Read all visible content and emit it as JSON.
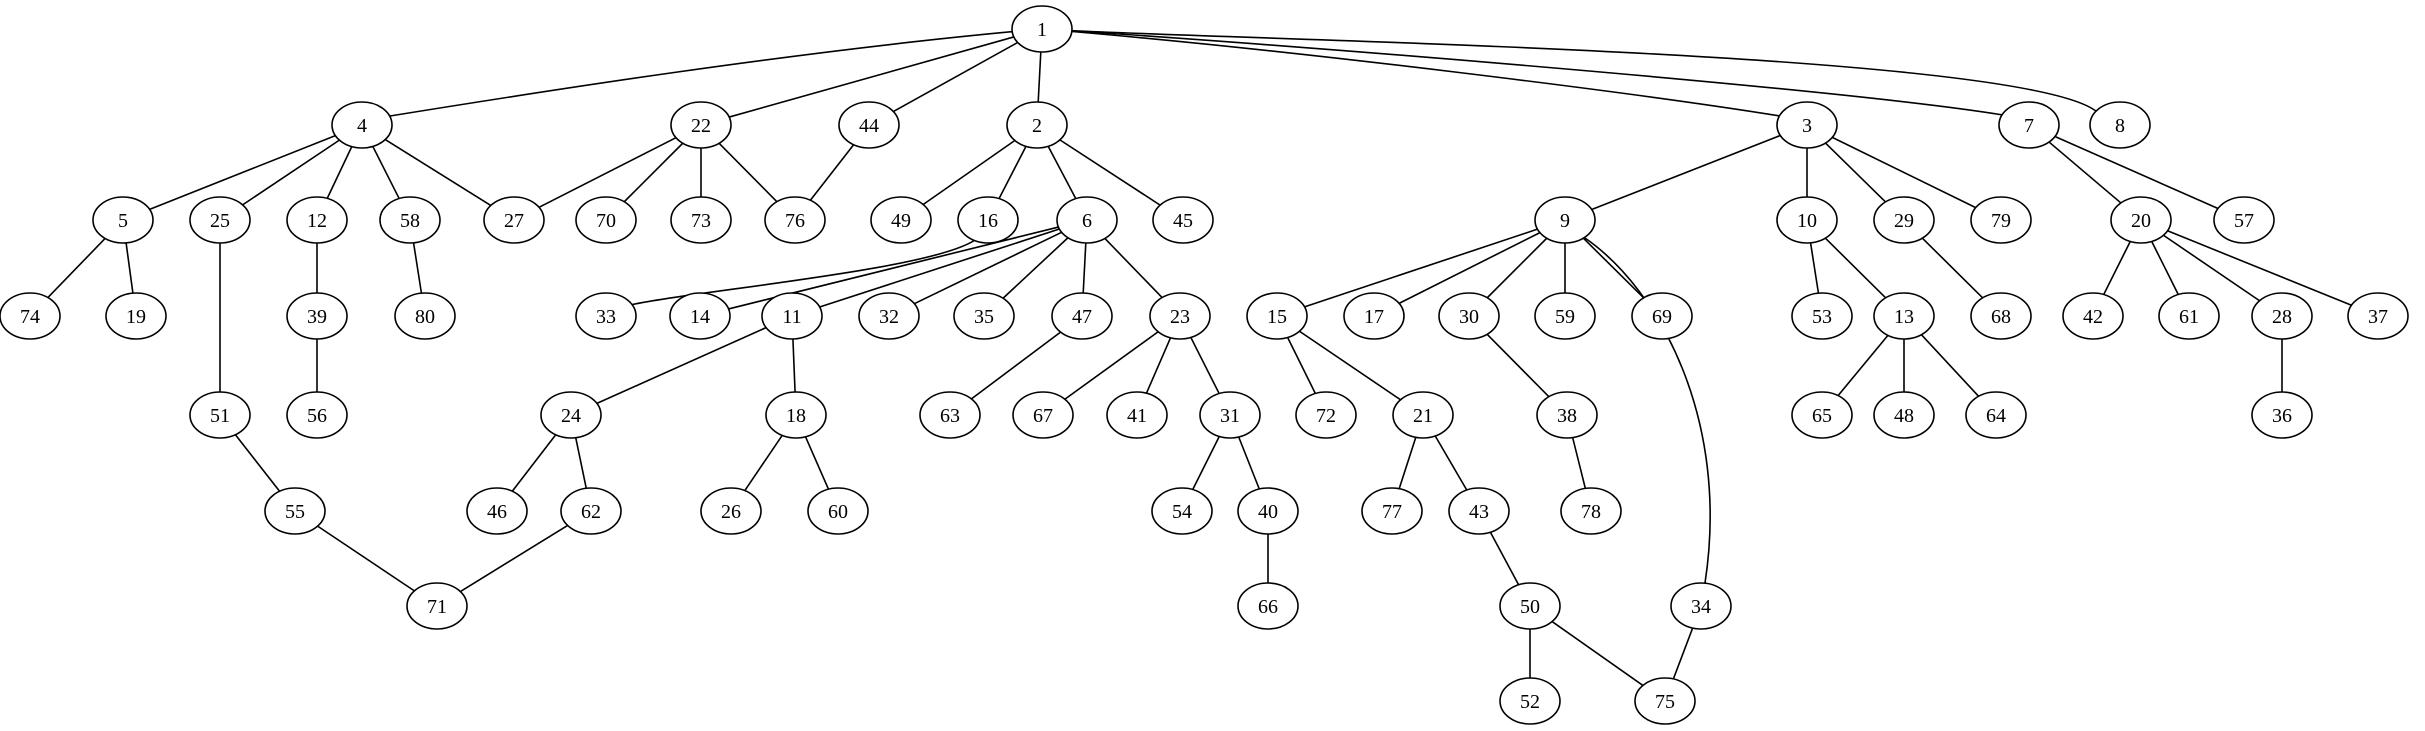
{
  "graph": {
    "type": "undirected-tree",
    "nodes": [
      {
        "id": "1",
        "label": "1"
      },
      {
        "id": "2",
        "label": "2"
      },
      {
        "id": "3",
        "label": "3"
      },
      {
        "id": "4",
        "label": "4"
      },
      {
        "id": "5",
        "label": "5"
      },
      {
        "id": "6",
        "label": "6"
      },
      {
        "id": "7",
        "label": "7"
      },
      {
        "id": "8",
        "label": "8"
      },
      {
        "id": "9",
        "label": "9"
      },
      {
        "id": "10",
        "label": "10"
      },
      {
        "id": "11",
        "label": "11"
      },
      {
        "id": "12",
        "label": "12"
      },
      {
        "id": "13",
        "label": "13"
      },
      {
        "id": "14",
        "label": "14"
      },
      {
        "id": "15",
        "label": "15"
      },
      {
        "id": "16",
        "label": "16"
      },
      {
        "id": "17",
        "label": "17"
      },
      {
        "id": "18",
        "label": "18"
      },
      {
        "id": "19",
        "label": "19"
      },
      {
        "id": "20",
        "label": "20"
      },
      {
        "id": "21",
        "label": "21"
      },
      {
        "id": "22",
        "label": "22"
      },
      {
        "id": "23",
        "label": "23"
      },
      {
        "id": "24",
        "label": "24"
      },
      {
        "id": "25",
        "label": "25"
      },
      {
        "id": "26",
        "label": "26"
      },
      {
        "id": "27",
        "label": "27"
      },
      {
        "id": "28",
        "label": "28"
      },
      {
        "id": "29",
        "label": "29"
      },
      {
        "id": "30",
        "label": "30"
      },
      {
        "id": "31",
        "label": "31"
      },
      {
        "id": "32",
        "label": "32"
      },
      {
        "id": "33",
        "label": "33"
      },
      {
        "id": "34",
        "label": "34"
      },
      {
        "id": "35",
        "label": "35"
      },
      {
        "id": "36",
        "label": "36"
      },
      {
        "id": "37",
        "label": "37"
      },
      {
        "id": "38",
        "label": "38"
      },
      {
        "id": "39",
        "label": "39"
      },
      {
        "id": "40",
        "label": "40"
      },
      {
        "id": "41",
        "label": "41"
      },
      {
        "id": "42",
        "label": "42"
      },
      {
        "id": "43",
        "label": "43"
      },
      {
        "id": "44",
        "label": "44"
      },
      {
        "id": "45",
        "label": "45"
      },
      {
        "id": "46",
        "label": "46"
      },
      {
        "id": "47",
        "label": "47"
      },
      {
        "id": "48",
        "label": "48"
      },
      {
        "id": "49",
        "label": "49"
      },
      {
        "id": "50",
        "label": "50"
      },
      {
        "id": "51",
        "label": "51"
      },
      {
        "id": "52",
        "label": "52"
      },
      {
        "id": "53",
        "label": "53"
      },
      {
        "id": "54",
        "label": "54"
      },
      {
        "id": "55",
        "label": "55"
      },
      {
        "id": "56",
        "label": "56"
      },
      {
        "id": "57",
        "label": "57"
      },
      {
        "id": "58",
        "label": "58"
      },
      {
        "id": "59",
        "label": "59"
      },
      {
        "id": "60",
        "label": "60"
      },
      {
        "id": "61",
        "label": "61"
      },
      {
        "id": "62",
        "label": "62"
      },
      {
        "id": "63",
        "label": "63"
      },
      {
        "id": "64",
        "label": "64"
      },
      {
        "id": "65",
        "label": "65"
      },
      {
        "id": "66",
        "label": "66"
      },
      {
        "id": "67",
        "label": "67"
      },
      {
        "id": "68",
        "label": "68"
      },
      {
        "id": "69",
        "label": "69"
      },
      {
        "id": "70",
        "label": "70"
      },
      {
        "id": "71",
        "label": "71"
      },
      {
        "id": "72",
        "label": "72"
      },
      {
        "id": "73",
        "label": "73"
      },
      {
        "id": "74",
        "label": "74"
      },
      {
        "id": "75",
        "label": "75"
      },
      {
        "id": "76",
        "label": "76"
      },
      {
        "id": "77",
        "label": "77"
      },
      {
        "id": "78",
        "label": "78"
      },
      {
        "id": "79",
        "label": "79"
      },
      {
        "id": "80",
        "label": "80"
      }
    ],
    "edges": [
      [
        "1",
        "4"
      ],
      [
        "1",
        "22"
      ],
      [
        "1",
        "44"
      ],
      [
        "1",
        "2"
      ],
      [
        "1",
        "3"
      ],
      [
        "1",
        "7"
      ],
      [
        "1",
        "8"
      ],
      [
        "4",
        "5"
      ],
      [
        "4",
        "25"
      ],
      [
        "4",
        "12"
      ],
      [
        "4",
        "58"
      ],
      [
        "4",
        "27"
      ],
      [
        "22",
        "27"
      ],
      [
        "22",
        "70"
      ],
      [
        "22",
        "73"
      ],
      [
        "22",
        "76"
      ],
      [
        "44",
        "76"
      ],
      [
        "2",
        "49"
      ],
      [
        "2",
        "16"
      ],
      [
        "2",
        "6"
      ],
      [
        "2",
        "45"
      ],
      [
        "3",
        "9"
      ],
      [
        "3",
        "10"
      ],
      [
        "3",
        "29"
      ],
      [
        "3",
        "79"
      ],
      [
        "7",
        "20"
      ],
      [
        "7",
        "57"
      ],
      [
        "5",
        "74"
      ],
      [
        "5",
        "19"
      ],
      [
        "25",
        "51"
      ],
      [
        "12",
        "39"
      ],
      [
        "58",
        "80"
      ],
      [
        "16",
        "33"
      ],
      [
        "6",
        "14"
      ],
      [
        "6",
        "11"
      ],
      [
        "6",
        "32"
      ],
      [
        "6",
        "35"
      ],
      [
        "6",
        "47"
      ],
      [
        "6",
        "23"
      ],
      [
        "9",
        "15"
      ],
      [
        "9",
        "17"
      ],
      [
        "9",
        "30"
      ],
      [
        "9",
        "59"
      ],
      [
        "9",
        "69"
      ],
      [
        "9",
        "34"
      ],
      [
        "10",
        "53"
      ],
      [
        "10",
        "13"
      ],
      [
        "29",
        "68"
      ],
      [
        "20",
        "42"
      ],
      [
        "20",
        "61"
      ],
      [
        "20",
        "28"
      ],
      [
        "20",
        "37"
      ],
      [
        "39",
        "56"
      ],
      [
        "11",
        "24"
      ],
      [
        "11",
        "18"
      ],
      [
        "47",
        "63"
      ],
      [
        "23",
        "67"
      ],
      [
        "23",
        "41"
      ],
      [
        "23",
        "31"
      ],
      [
        "15",
        "72"
      ],
      [
        "15",
        "21"
      ],
      [
        "30",
        "38"
      ],
      [
        "13",
        "65"
      ],
      [
        "13",
        "48"
      ],
      [
        "13",
        "64"
      ],
      [
        "28",
        "36"
      ],
      [
        "51",
        "55"
      ],
      [
        "24",
        "46"
      ],
      [
        "24",
        "62"
      ],
      [
        "18",
        "26"
      ],
      [
        "18",
        "60"
      ],
      [
        "31",
        "54"
      ],
      [
        "31",
        "40"
      ],
      [
        "21",
        "77"
      ],
      [
        "21",
        "43"
      ],
      [
        "38",
        "78"
      ],
      [
        "55",
        "71"
      ],
      [
        "62",
        "71"
      ],
      [
        "40",
        "66"
      ],
      [
        "43",
        "50"
      ],
      [
        "34",
        "75"
      ],
      [
        "50",
        "52"
      ],
      [
        "50",
        "75"
      ]
    ]
  }
}
